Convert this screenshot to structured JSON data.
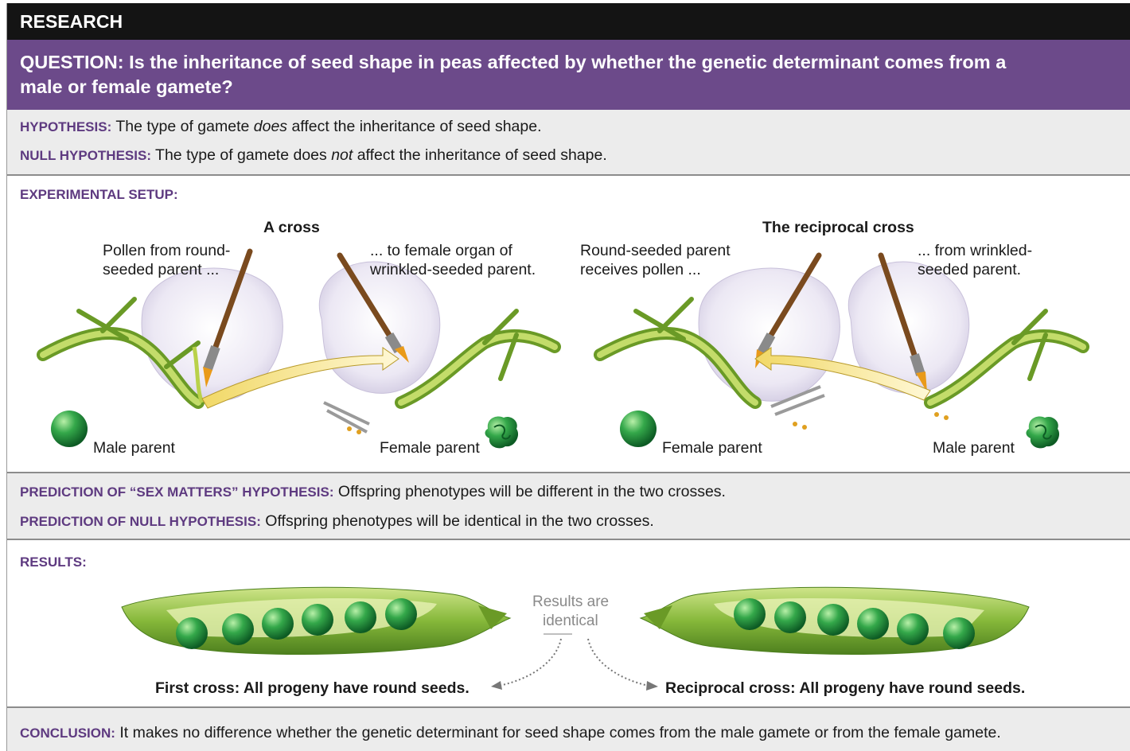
{
  "header": {
    "title": "RESEARCH"
  },
  "question": {
    "label": "QUESTION:",
    "text_line1": " Is the inheritance of seed shape in peas affected by whether the genetic determinant comes from a",
    "text_line2": "male or female gamete?"
  },
  "hypothesis": {
    "label": "HYPOTHESIS:",
    "before": " The type of gamete ",
    "emph": "does",
    "after": " affect the inheritance of seed shape."
  },
  "null_hypothesis": {
    "label": "NULL HYPOTHESIS:",
    "before": " The type of gamete does ",
    "emph": "not",
    "after": " affect the inheritance of seed shape."
  },
  "setup": {
    "label": "EXPERIMENTAL SETUP:",
    "cross": {
      "title": "A cross",
      "left_caption": [
        "Pollen from round-",
        "seeded parent ..."
      ],
      "right_caption": [
        "... to female organ of",
        "wrinkled-seeded parent."
      ],
      "left_parent": "Male parent",
      "right_parent": "Female parent"
    },
    "reciprocal": {
      "title": "The reciprocal cross",
      "left_caption": [
        "Round-seeded parent",
        "receives pollen ..."
      ],
      "right_caption": [
        "... from wrinkled-",
        "seeded parent."
      ],
      "left_parent": "Female parent",
      "right_parent": "Male parent"
    }
  },
  "predictions": {
    "sex_matters": {
      "label": "PREDICTION OF “SEX MATTERS” HYPOTHESIS:",
      "text": " Offspring phenotypes will be different in the two crosses."
    },
    "null": {
      "label": "PREDICTION OF NULL HYPOTHESIS:",
      "text": " Offspring phenotypes will be identical in the two crosses."
    }
  },
  "results": {
    "label": "RESULTS:",
    "note": [
      "Results are",
      "identical"
    ],
    "first": "First cross: All progeny have round seeds.",
    "reciprocal": "Reciprocal cross: All progeny have round seeds."
  },
  "conclusion": {
    "label": "CONCLUSION:",
    "text": " It makes no difference whether the genetic determinant for seed shape comes from the male gamete or from the female gamete."
  },
  "colors": {
    "header_bg": "#141414",
    "question_bg": "#6c4a8a",
    "label_purple": "#5e3a80",
    "panel_grey": "#ececec",
    "pea_green": "#2f9a45",
    "pod_green": "#7fb338",
    "arrow_yellow": "#f5e9a6"
  },
  "icons": [
    "round-pea-icon",
    "wrinkled-pea-icon",
    "paintbrush-icon",
    "flower-icon",
    "pollen-arrow-icon",
    "pea-pod-icon"
  ]
}
